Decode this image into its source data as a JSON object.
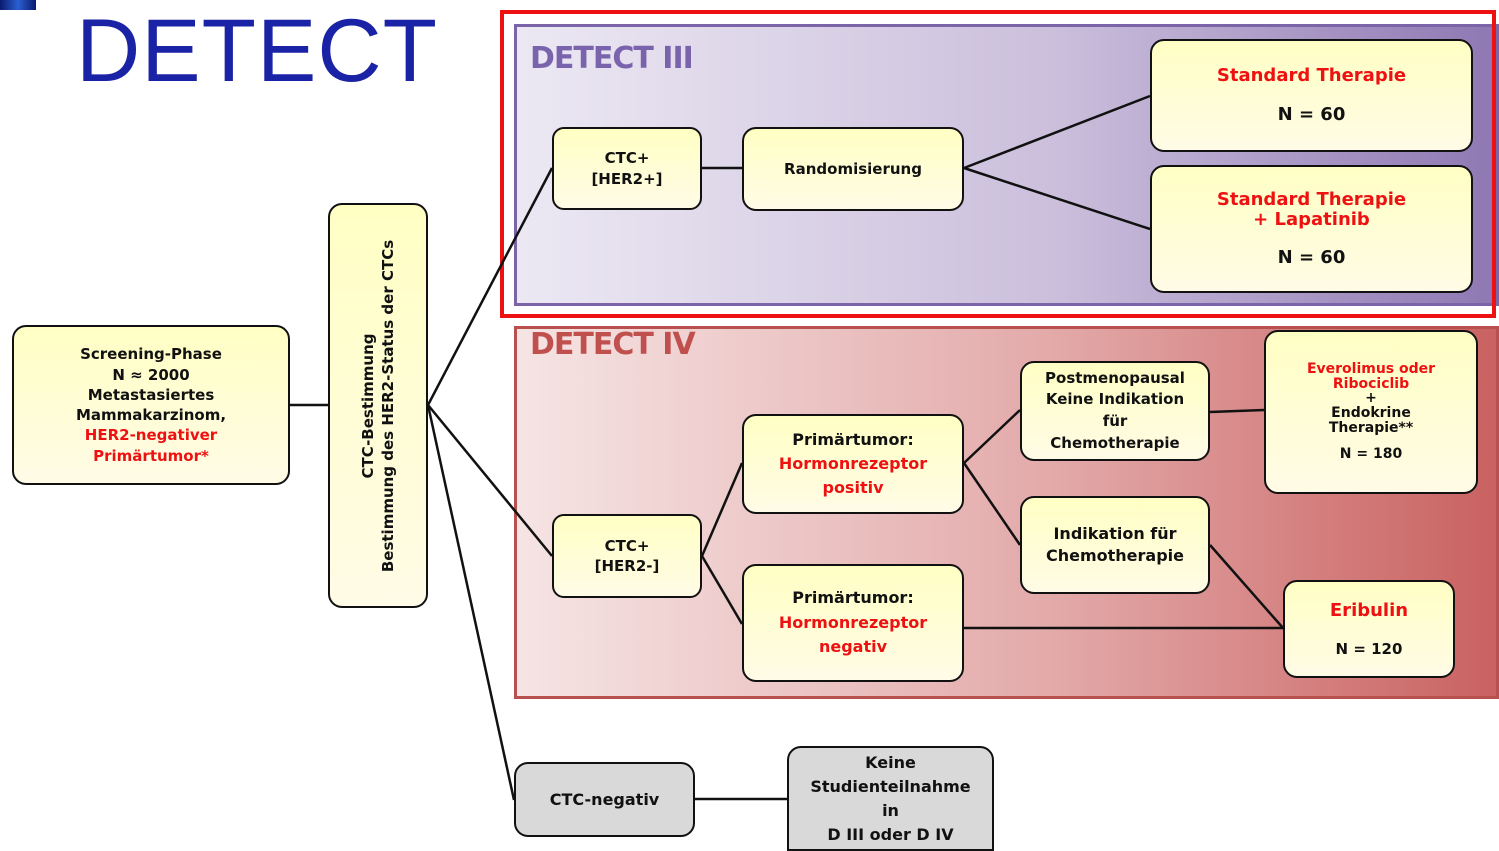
{
  "logo": {
    "text": "DETECT"
  },
  "panels": {
    "detect3": {
      "title": "DETECT III"
    },
    "detect4": {
      "title": "DETECT IV"
    }
  },
  "nodes": {
    "screening": {
      "line1": "Screening-Phase",
      "line2": "N ≈ 2000",
      "line3": "Metastasiertes",
      "line4": "Mammakarzinom,",
      "line5": "HER2-negativer",
      "line6": "Primärtumor*"
    },
    "ctc_bestimmung": {
      "line1": "CTC-Bestimmung",
      "line2": "Bestimmung des HER2-Status der CTCs"
    },
    "ctc_her2_pos": {
      "line1": "CTC+",
      "line2": "[HER2+]"
    },
    "randomisierung": {
      "label": "Randomisierung"
    },
    "standard_therapie": {
      "title": "Standard Therapie",
      "n": "N = 60"
    },
    "standard_lapatinib": {
      "title1": "Standard Therapie",
      "title2": "+ Lapatinib",
      "n": "N = 60"
    },
    "ctc_her2_neg": {
      "line1": "CTC+",
      "line2": "[HER2-]"
    },
    "hr_positiv": {
      "line1": "Primärtumor:",
      "line2": "Hormonrezeptor",
      "line3": "positiv"
    },
    "hr_negativ": {
      "line1": "Primärtumor:",
      "line2": "Hormonrezeptor",
      "line3": "negativ"
    },
    "postmenopausal": {
      "line1": "Postmenopausal",
      "line2": "Keine Indikation",
      "line3": "für",
      "line4": "Chemotherapie"
    },
    "indikation_chemo": {
      "line1": "Indikation für",
      "line2": "Chemotherapie"
    },
    "everolimus": {
      "line1": "Everolimus oder",
      "line2": "Ribociclib",
      "line3": "+",
      "line4": "Endokrine",
      "line5": "Therapie**",
      "n": "N = 180"
    },
    "eribulin": {
      "title": "Eribulin",
      "n": "N = 120"
    },
    "ctc_negativ": {
      "label": "CTC-negativ"
    },
    "keine_teilnahme": {
      "line1": "Keine",
      "line2": "Studienteilnahme",
      "line3": "in",
      "line4": "D III oder D IV"
    }
  },
  "colors": {
    "logo": "#1a22a6",
    "highlight_text": "#ee1111",
    "detect3_border": "#7b64a8",
    "detect4_border": "#b8504f",
    "box_fill": "#ffffc4",
    "grey_box_fill": "#d9d9d9"
  }
}
